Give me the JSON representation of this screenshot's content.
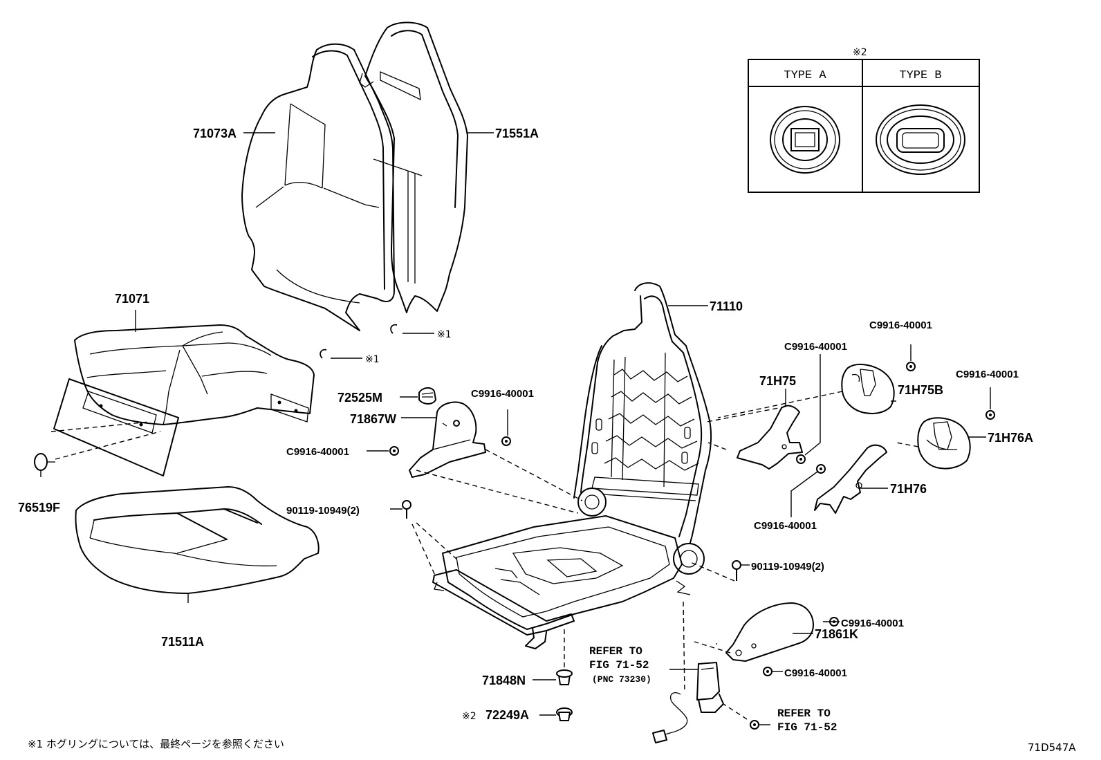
{
  "labels": {
    "p71073A": "71073A",
    "p71551A": "71551A",
    "p71071": "71071",
    "p71511A": "71511A",
    "p76519F": "76519F",
    "p71110": "71110",
    "p72525M": "72525M",
    "p71867W": "71867W",
    "p71H75": "71H75",
    "p71H75B": "71H75B",
    "p71H76A": "71H76A",
    "p71H76": "71H76",
    "p71861K": "71861K",
    "p71848N": "71848N",
    "p72249A": "72249A",
    "c1": "C9916-40001",
    "c2": "C9916-40001",
    "c3": "C9916-40001",
    "c4": "C9916-40001",
    "c5": "C9916-40001",
    "c6": "C9916-40001",
    "c7": "C9916-40001",
    "c8": "C9916-40001",
    "b1": "90119-10949(2)",
    "b2": "90119-10949(2)"
  },
  "marks": {
    "ring1_a": "※1",
    "ring1_b": "※1",
    "type_note": "※2",
    "p72249A_mark": "※2"
  },
  "refs": {
    "buckle_line1": "REFER TO",
    "buckle_line2": "FIG 71-52",
    "buckle_line3": "(PNC 73230)",
    "bolt_line1": "REFER TO",
    "bolt_line2": "FIG 71-52"
  },
  "type_table": {
    "col_a": "TYPE  A",
    "col_b": "TYPE  B"
  },
  "footnote": "※1  ホグリングについては、最終ページを参照ください",
  "figure_id": "71D547A"
}
